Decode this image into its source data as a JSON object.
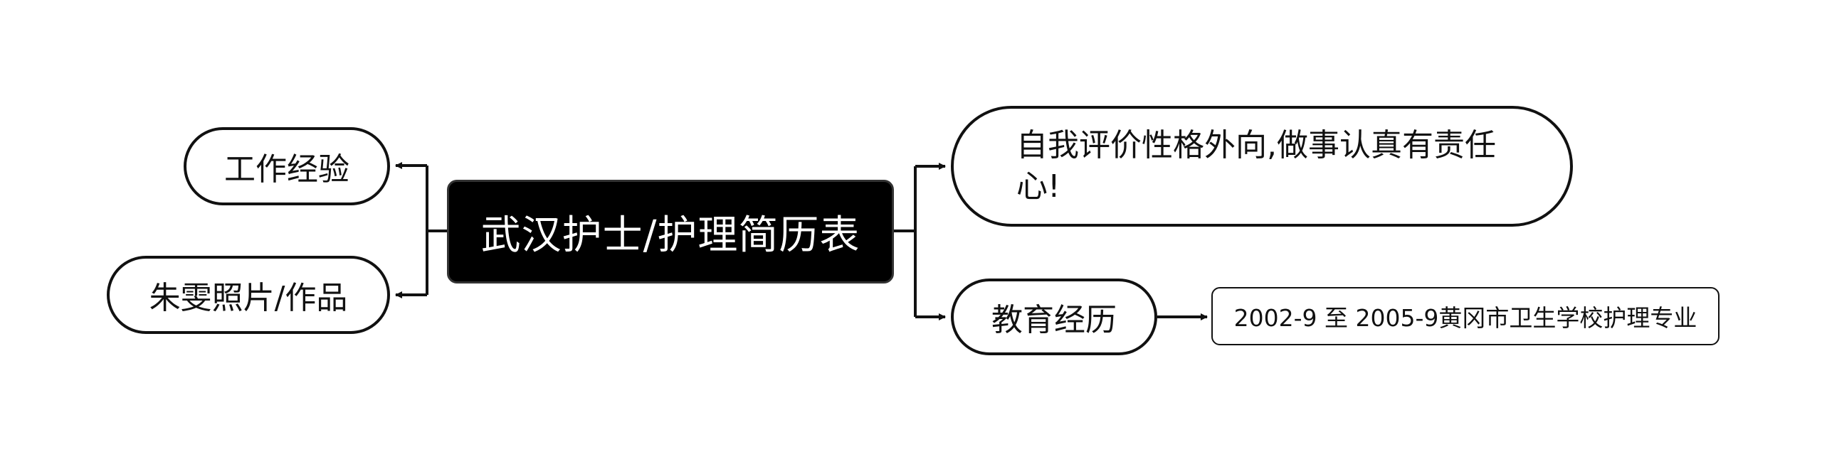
{
  "mindmap": {
    "root": "武汉护士/护理简历表",
    "left_branches": [
      "工作经验",
      "朱雯照片/作品"
    ],
    "right_branches": {
      "evaluation": "自我评价性格外向,做事认真有责任心!",
      "education": "教育经历",
      "education_detail": "2002-9 至 2005-9黄冈市卫生学校护理专业"
    },
    "colors": {
      "line": "#111111",
      "root_fill": "#000000",
      "root_text": "#ffffff",
      "node_fill": "#ffffff"
    }
  }
}
